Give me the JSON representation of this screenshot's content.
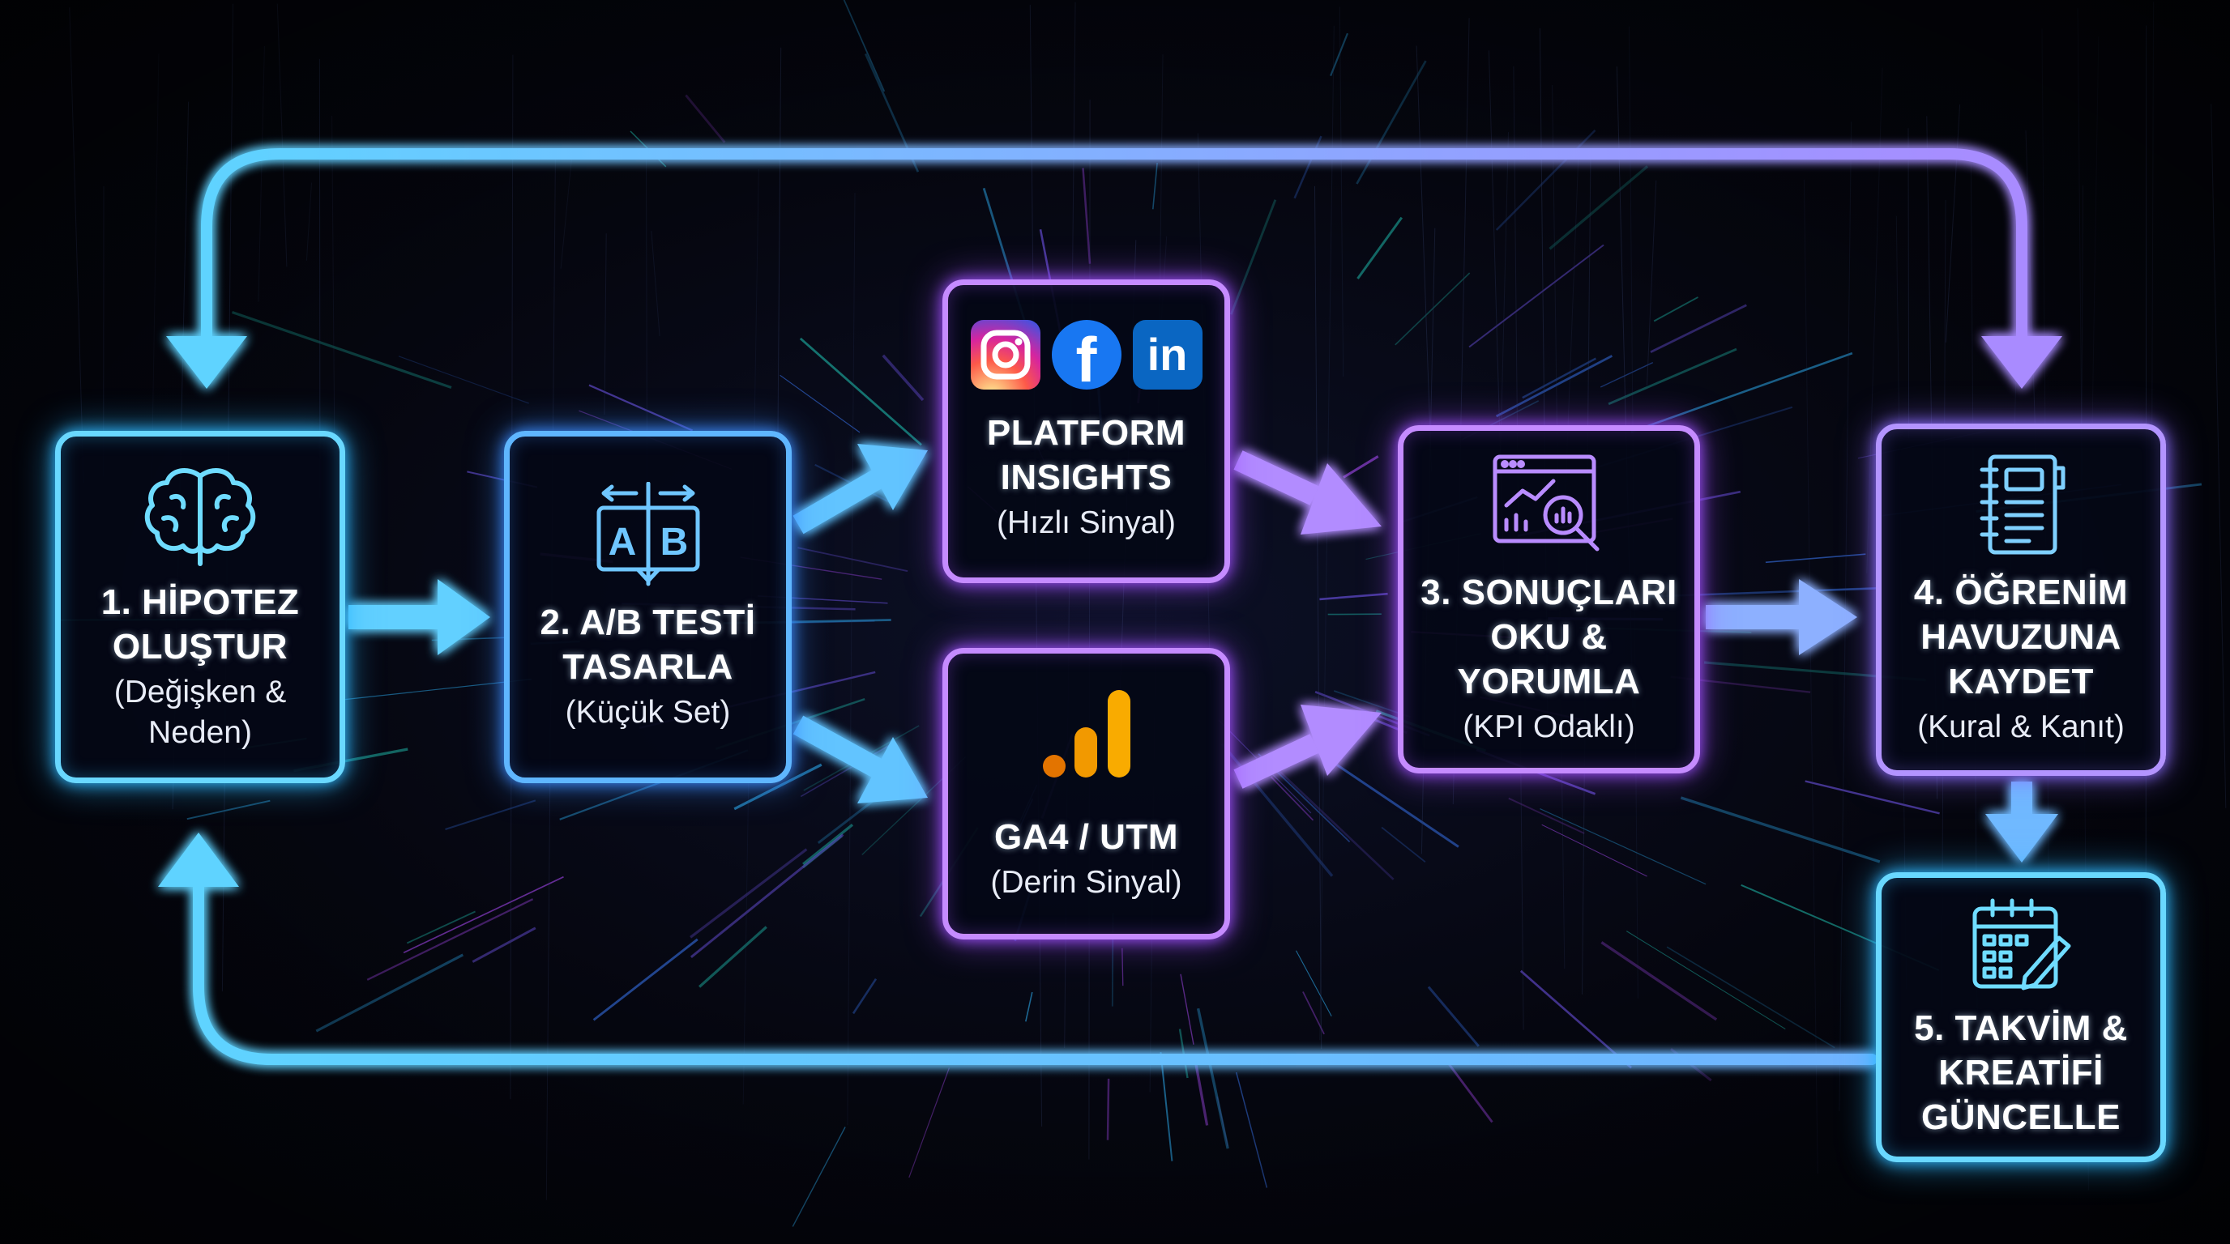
{
  "colors": {
    "cyan": "#69d8ff",
    "blue": "#5fb6ff",
    "purple": "#c58bff",
    "violet": "#b394ff",
    "ga_orange": "#f9ab00",
    "background": "#05060f"
  },
  "nodes": {
    "hypothesis": {
      "title1": "1. HİPOTEZ",
      "title2": "OLUŞTUR",
      "sub1": "(Değişken &",
      "sub2": "Neden)",
      "icon": "brain-icon"
    },
    "ab_test": {
      "title1": "2. A/B TESTİ",
      "title2": "TASARLA",
      "sub1": "(Küçük Set)",
      "icon": "ab-split-icon"
    },
    "platform": {
      "title1": "PLATFORM",
      "title2": "INSIGHTS",
      "sub1": "(Hızlı Sinyal)",
      "icons": [
        "instagram-icon",
        "facebook-icon",
        "linkedin-icon"
      ]
    },
    "ga4": {
      "title1": "GA4 / UTM",
      "sub1": "(Derin Sinyal)",
      "icon": "analytics-bars-icon"
    },
    "results": {
      "title1": "3. SONUÇLARI",
      "title2": "OKU &",
      "title3": "YORUMLA",
      "sub1": "(KPI Odaklı)",
      "icon": "report-magnifier-icon"
    },
    "learning": {
      "title1": "4. ÖĞRENİM",
      "title2": "HAVUZUNA",
      "title3": "KAYDET",
      "sub1": "(Kural & Kanıt)",
      "icon": "notebook-icon"
    },
    "calendar": {
      "title1": "5. TAKVİM &",
      "title2": "KREATİFİ",
      "title3": "GÜNCELLE",
      "icon": "calendar-edit-icon"
    }
  }
}
